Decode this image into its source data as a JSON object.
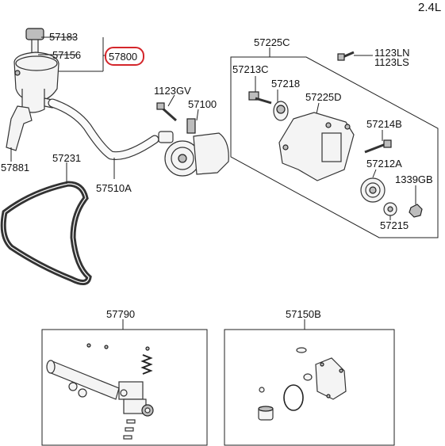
{
  "engine": "2.4L",
  "labels": {
    "p57183": "57183",
    "p57156": "57156",
    "p57800": "57800",
    "p57881": "57881",
    "p57231": "57231",
    "p57510A": "57510A",
    "p1123GV": "1123GV",
    "p57100": "57100",
    "p57225C": "57225C",
    "p1123LN": "1123LN",
    "p1123LS": "1123LS",
    "p57213C": "57213C",
    "p57218": "57218",
    "p57225D": "57225D",
    "p57214B": "57214B",
    "p57212A": "57212A",
    "p1339GB": "1339GB",
    "p57215": "57215",
    "p57790": "57790",
    "p57150B": "57150B"
  },
  "highlight_color": "#d4262b"
}
